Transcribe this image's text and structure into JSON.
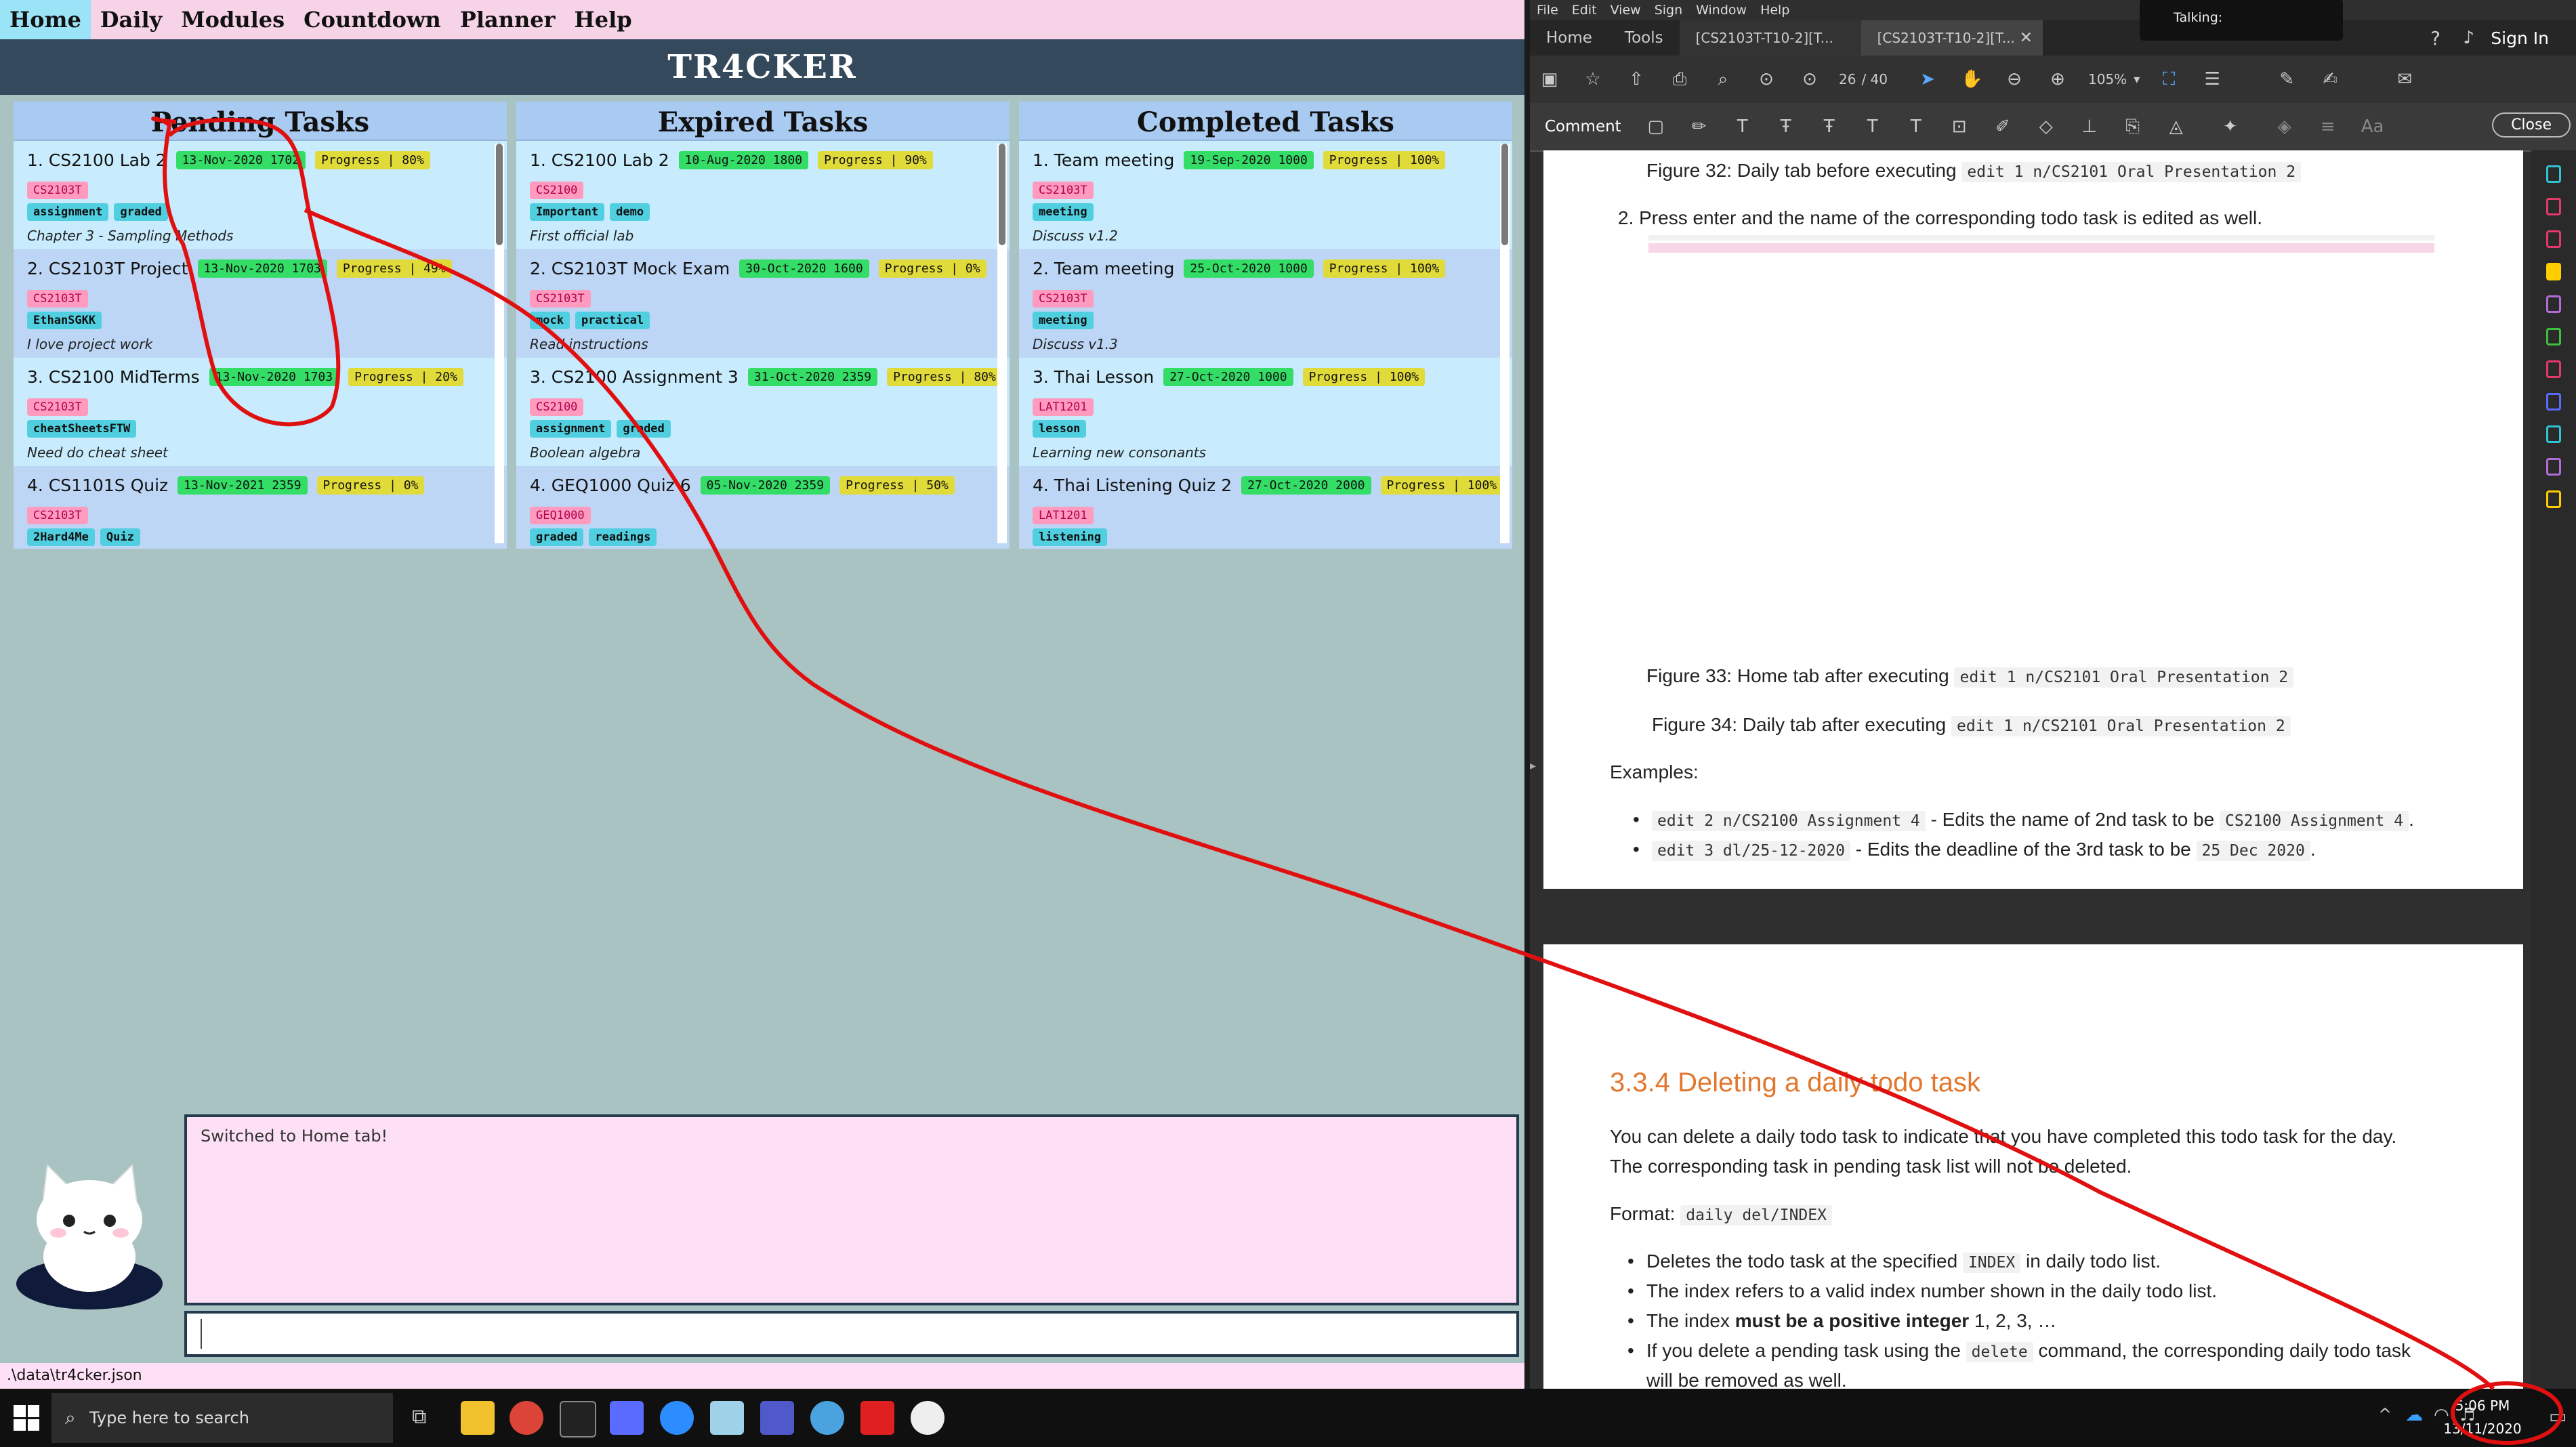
{
  "app": {
    "menu": [
      "Home",
      "Daily",
      "Modules",
      "Countdown",
      "Planner",
      "Help"
    ],
    "title": "TR4CKER",
    "columns": [
      {
        "heading": "Pending Tasks",
        "tasks": [
          {
            "name": "1.  CS2100 Lab 2",
            "date": "13-Nov-2020 1702",
            "progress": "Progress | 80%",
            "module": "CS2103T",
            "tags": [
              "assignment",
              "graded"
            ],
            "desc": "Chapter 3 - Sampling Methods"
          },
          {
            "name": "2.  CS2103T Project",
            "date": "13-Nov-2020 1703",
            "progress": "Progress | 49%",
            "module": "CS2103T",
            "tags": [
              "EthanSGKK"
            ],
            "desc": "I love project work"
          },
          {
            "name": "3.  CS2100 MidTerms",
            "date": "13-Nov-2020 1703",
            "progress": "Progress | 20%",
            "module": "CS2103T",
            "tags": [
              "cheatSheetsFTW"
            ],
            "desc": "Need do cheat sheet"
          },
          {
            "name": "4.  CS1101S Quiz",
            "date": "13-Nov-2021 2359",
            "progress": "Progress | 0%",
            "module": "CS2103T",
            "tags": [
              "2Hard4Me",
              "Quiz"
            ],
            "desc": ""
          }
        ]
      },
      {
        "heading": "Expired Tasks",
        "tasks": [
          {
            "name": "1.  CS2100 Lab 2",
            "date": "10-Aug-2020 1800",
            "progress": "Progress | 90%",
            "module": "CS2100",
            "tags": [
              "Important",
              "demo"
            ],
            "desc": "First official lab"
          },
          {
            "name": "2.  CS2103T Mock Exam",
            "date": "30-Oct-2020 1600",
            "progress": "Progress | 0%",
            "module": "CS2103T",
            "tags": [
              "mock",
              "practical"
            ],
            "desc": "Read instructions"
          },
          {
            "name": "3.  CS2100 Assignment 3",
            "date": "31-Oct-2020 2359",
            "progress": "Progress | 80%",
            "module": "CS2100",
            "tags": [
              "assignment",
              "graded"
            ],
            "desc": "Boolean algebra"
          },
          {
            "name": "4.  GEQ1000 Quiz 6",
            "date": "05-Nov-2020 2359",
            "progress": "Progress | 50%",
            "module": "GEQ1000",
            "tags": [
              "graded",
              "readings"
            ],
            "desc": ""
          }
        ]
      },
      {
        "heading": "Completed Tasks",
        "tasks": [
          {
            "name": "1.  Team meeting",
            "date": "19-Sep-2020 1000",
            "progress": "Progress | 100%",
            "module": "CS2103T",
            "tags": [
              "meeting"
            ],
            "desc": "Discuss v1.2"
          },
          {
            "name": "2.  Team meeting",
            "date": "25-Oct-2020 1000",
            "progress": "Progress | 100%",
            "module": "CS2103T",
            "tags": [
              "meeting"
            ],
            "desc": "Discuss v1.3"
          },
          {
            "name": "3.  Thai Lesson",
            "date": "27-Oct-2020 1000",
            "progress": "Progress | 100%",
            "module": "LAT1201",
            "tags": [
              "lesson"
            ],
            "desc": "Learning new consonants"
          },
          {
            "name": "4.  Thai Listening Quiz 2",
            "date": "27-Oct-2020 2000",
            "progress": "Progress | 100%",
            "module": "LAT1201",
            "tags": [
              "listening"
            ],
            "desc": ""
          }
        ]
      }
    ],
    "result_text": "Switched to Home tab!",
    "command_value": "",
    "status_path": ".\\data\\tr4cker.json"
  },
  "acrobat": {
    "menu": [
      "File",
      "Edit",
      "View",
      "Sign",
      "Window",
      "Help"
    ],
    "tabs": [
      "Home",
      "Tools",
      "[CS2103T-T10-2][T...",
      "[CS2103T-T10-2][T..."
    ],
    "talking": "Talking:",
    "sign_in": "Sign In",
    "page_current": "26",
    "page_total": "/ 40",
    "zoom": "105%",
    "comment_label": "Comment",
    "close_label": "Close",
    "page1": {
      "fig32_text": "Figure 32: Daily tab before executing",
      "fig32_code": "edit 1 n/CS2101 Oral Presentation 2",
      "step2": "2.  Press enter and the name of the corresponding todo task is edited as well.",
      "fig33_text": "Figure 33: Home tab after executing",
      "fig33_code": "edit 1 n/CS2101 Oral Presentation 2",
      "fig34_text": "Figure 34: Daily tab after executing",
      "fig34_code": "edit 1 n/CS2101 Oral Presentation 2",
      "examples": "Examples:",
      "ex1_code": "edit 2 n/CS2100 Assignment 4",
      "ex1_text": " - Edits the name of 2nd task to be ",
      "ex1_code2": "CS2100 Assignment 4",
      "ex1_end": ".",
      "ex2_code": "edit 3 dl/25-12-2020",
      "ex2_text": " - Edits the deadline of the 3rd task to be ",
      "ex2_code2": "25 Dec 2020",
      "ex2_end": "."
    },
    "page2": {
      "heading": "3.3.4 Deleting a daily todo task",
      "para1": "You can delete a daily todo task to indicate that you have completed this todo task for the day.",
      "para2": "The corresponding task in pending task list will not be deleted.",
      "format_label": "Format:",
      "format_code": "daily del/INDEX",
      "b1_text": "Deletes the todo task at the specified ",
      "b1_code": "INDEX",
      "b1_end": " in daily todo list.",
      "b2": "The index refers to a valid index number shown in the daily todo list.",
      "b3_pre": "The index ",
      "b3_bold": "must be a positive integer",
      "b3_end": " 1, 2, 3, …",
      "b4_pre": "If you delete a pending task using the ",
      "b4_code": "delete",
      "b4_end": " command, the corresponding daily todo task",
      "b4_line2": "will be removed as well."
    }
  },
  "taskbar": {
    "search_placeholder": "Type here to search",
    "time": "5:06 PM",
    "date": "13/11/2020"
  },
  "colors": {
    "annotation": "#e01010",
    "date_chip": "#33dd66",
    "progress_chip": "#e1db3a",
    "module_chip": "#ff9bbf",
    "tag_chip": "#50cfe1",
    "heading_orange": "#e2772e"
  }
}
